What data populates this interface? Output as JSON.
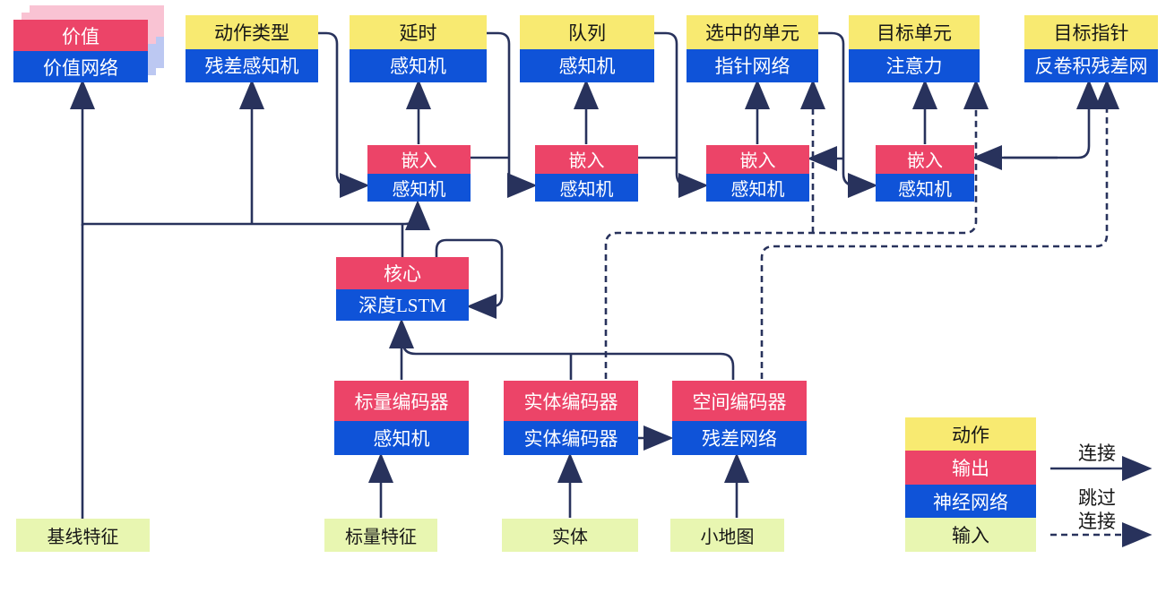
{
  "nodes": {
    "value": {
      "top": "价值",
      "bottom": "价值网络"
    },
    "action_type": {
      "top": "动作类型",
      "bottom": "残差感知机"
    },
    "delay": {
      "top": "延时",
      "bottom": "感知机"
    },
    "queue": {
      "top": "队列",
      "bottom": "感知机"
    },
    "selected_units": {
      "top": "选中的单元",
      "bottom": "指针网络"
    },
    "target_unit": {
      "top": "目标单元",
      "bottom": "注意力"
    },
    "target_pointer": {
      "top": "目标指针",
      "bottom": "反卷积残差网"
    },
    "embed1": {
      "top": "嵌入",
      "bottom": "感知机"
    },
    "embed2": {
      "top": "嵌入",
      "bottom": "感知机"
    },
    "embed3": {
      "top": "嵌入",
      "bottom": "感知机"
    },
    "embed4": {
      "top": "嵌入",
      "bottom": "感知机"
    },
    "core": {
      "top": "核心",
      "bottom": "深度LSTM"
    },
    "scalar_encoder": {
      "top": "标量编码器",
      "bottom": "感知机"
    },
    "entity_encoder": {
      "top": "实体编码器",
      "bottom": "实体编码器"
    },
    "spatial_encoder": {
      "top": "空间编码器",
      "bottom": "残差网络"
    },
    "baseline_features": {
      "label": "基线特征"
    },
    "scalar_features": {
      "label": "标量特征"
    },
    "entities": {
      "label": "实体"
    },
    "minimap": {
      "label": "小地图"
    }
  },
  "legend": {
    "action": "动作",
    "output": "输出",
    "neural_network": "神经网络",
    "input": "输入",
    "connection": "连接",
    "skip_line1": "跳过",
    "skip_line2": "连接"
  },
  "colors": {
    "action_yellow": "#f8ea71",
    "output_red": "#ec4468",
    "network_blue": "#0f53d8",
    "input_green": "#e8f6b1",
    "wire_navy": "#28325c",
    "ghost_pink": "#f9c3d3",
    "ghost_blue": "#bcc8f2"
  }
}
